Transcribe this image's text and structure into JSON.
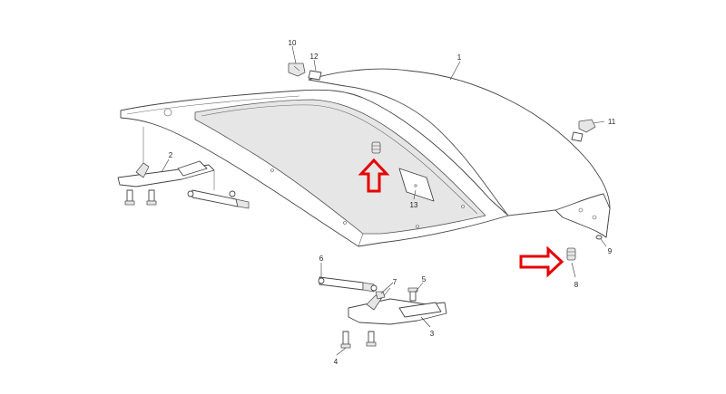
{
  "diagram": {
    "callouts": [
      {
        "id": "c1",
        "text": "1"
      },
      {
        "id": "c2",
        "text": "2"
      },
      {
        "id": "c3",
        "text": "3"
      },
      {
        "id": "c4",
        "text": "4"
      },
      {
        "id": "c5",
        "text": "5"
      },
      {
        "id": "c6",
        "text": "6"
      },
      {
        "id": "c7",
        "text": "7"
      },
      {
        "id": "c8",
        "text": "8"
      },
      {
        "id": "c9",
        "text": "9"
      },
      {
        "id": "c10",
        "text": "10"
      },
      {
        "id": "c11",
        "text": "11"
      },
      {
        "id": "c12",
        "text": "12"
      },
      {
        "id": "c13",
        "text": "13"
      }
    ],
    "highlight_color": "#e60000",
    "line_color": "#444444"
  }
}
